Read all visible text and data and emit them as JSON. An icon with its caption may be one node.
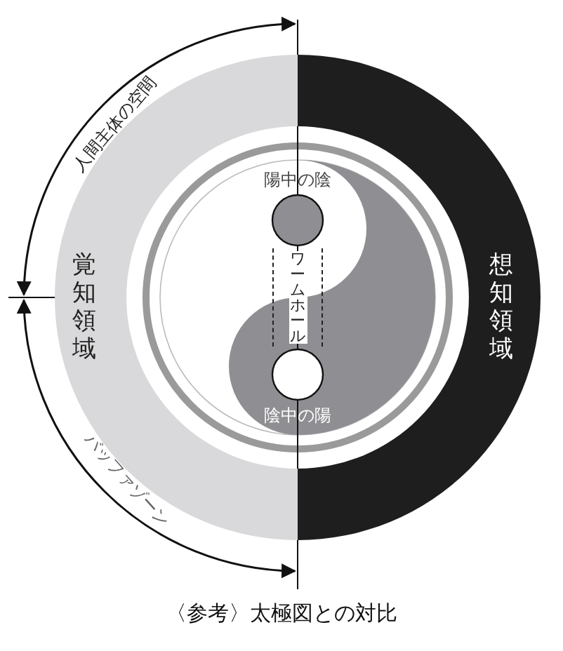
{
  "diagram": {
    "caption": "〈参考〉太極図との対比",
    "nodes": [
      {
        "text": [
          "覚知領域"
        ]
      },
      {
        "text": [
          "想知領域"
        ]
      },
      {
        "text": [
          "陽中の陰"
        ]
      },
      {
        "text": [
          "陰中の陽"
        ]
      },
      {
        "text": [
          "ワームホール"
        ]
      }
    ],
    "labels": [
      "人間主体の空間",
      "バッファゾーン"
    ]
  }
}
